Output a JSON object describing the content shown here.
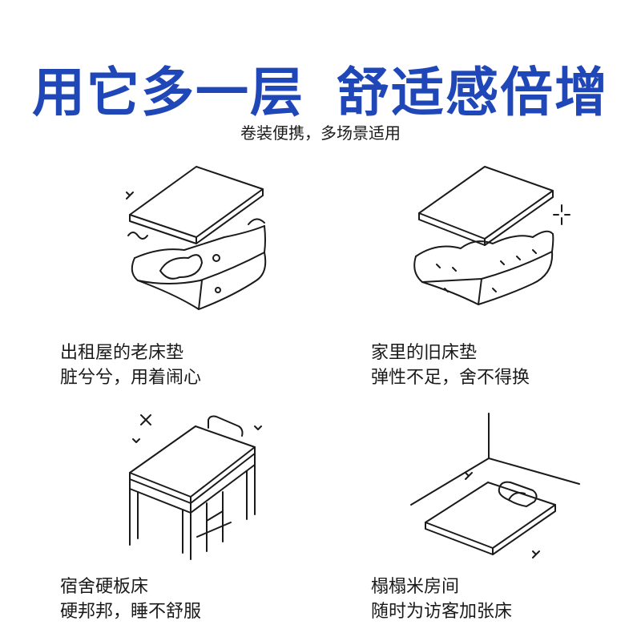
{
  "header": {
    "title_part1": "用它多一层",
    "title_part2": "舒适感倍增",
    "subtitle": "卷装便携，多场景适用",
    "brand_color": "#1f47b8"
  },
  "scenarios": [
    {
      "line1": "出租屋的老床垫",
      "line2": "脏兮兮，用着闹心",
      "icon": "topper-over-stained-mattress-icon"
    },
    {
      "line1": "家里的旧床垫",
      "line2": "弹性不足，舍不得换",
      "icon": "topper-over-worn-mattress-icon"
    },
    {
      "line1": "宿舍硬板床",
      "line2": "硬邦邦，睡不舒服",
      "icon": "topper-on-dorm-bed-icon"
    },
    {
      "line1": "榻榻米房间",
      "line2": "随时为访客加张床",
      "icon": "floor-mat-with-pillow-icon"
    }
  ]
}
